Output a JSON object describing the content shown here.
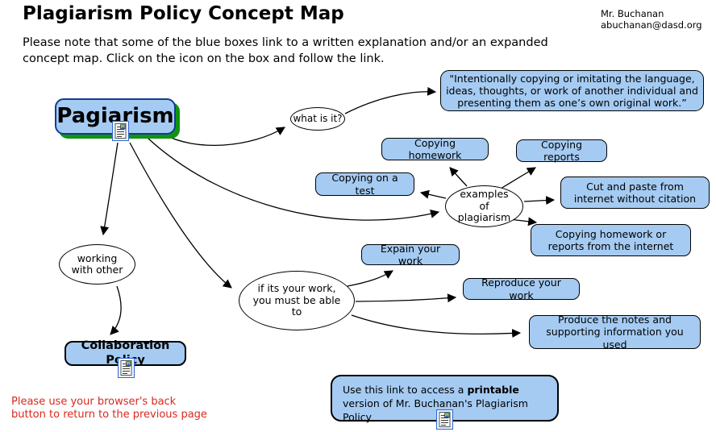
{
  "header": {
    "title": "Plagiarism Policy Concept Map",
    "author_name": "Mr. Buchanan",
    "author_email": "abuchanan@dasd.org",
    "note": "Please note that some of the blue boxes link to a written explanation and/or an expanded concept map. Click on the icon on the box and follow the link."
  },
  "nodes": {
    "main": "Pagiarism",
    "what_is_it": "what is it?",
    "definition": "\"Intentionally copying or imitating the language, ideas, thoughts, or work of another individual and presenting them as one’s own original work.”",
    "copying_homework": "Copying homework",
    "copying_reports": "Copying reports",
    "copying_on_test": "Copying on a test",
    "cut_and_paste": "Cut and paste from internet without citation",
    "examples": "examples of plagiarism",
    "copying_internet": "Copying homework or reports from the internet",
    "working_with_other": "working with other",
    "if_your_work": "if its your work, you must be able to",
    "expain": "Expain your work",
    "reproduce": "Reproduce your work",
    "produce_notes": "Produce the notes and supporting information you used",
    "collaboration": "Collaboration Policy",
    "printable": {
      "prefix": "Use this link to access a ",
      "bold": "printable",
      "suffix": " version of Mr. Buchanan's Plagiarism Policy"
    }
  },
  "footer": {
    "back_note": "Please use your browser's back button to return to the previous page"
  },
  "icons": {
    "hyperlink_icon_meaning": "linked-document-icon"
  },
  "colors": {
    "node_fill": "#a5cbf2",
    "main_border": "#123c91",
    "main_shadow": "#12930f",
    "link_red": "#d9281e"
  }
}
